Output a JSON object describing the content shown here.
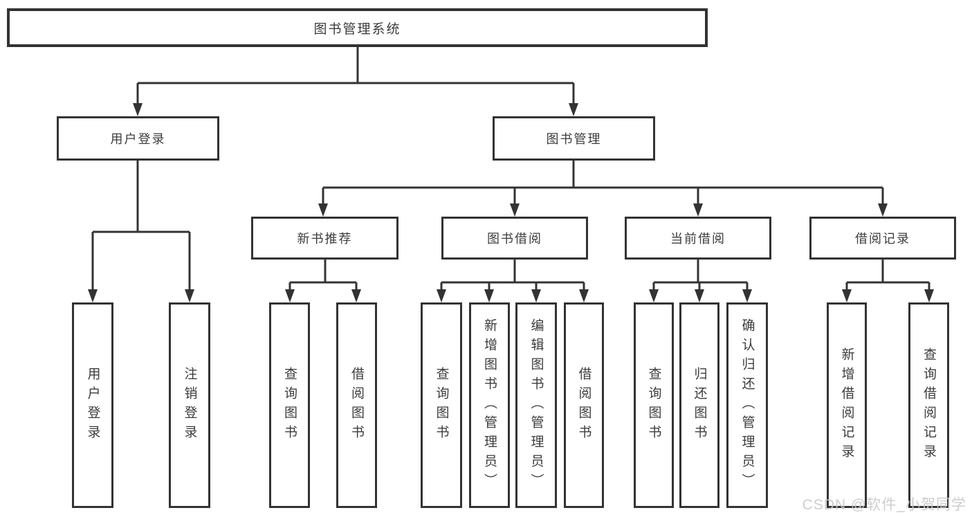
{
  "tree": {
    "label": "图书管理系统",
    "children": [
      {
        "label": "用户登录",
        "children": [
          {
            "label": "用户登录"
          },
          {
            "label": "注销登录"
          }
        ]
      },
      {
        "label": "图书管理",
        "children": [
          {
            "label": "新书推荐",
            "children": [
              {
                "label": "查询图书"
              },
              {
                "label": "借阅图书"
              }
            ]
          },
          {
            "label": "图书借阅",
            "children": [
              {
                "label": "查询图书"
              },
              {
                "label": "新增图书（管理员）"
              },
              {
                "label": "编辑图书（管理员）"
              },
              {
                "label": "借阅图书"
              }
            ]
          },
          {
            "label": "当前借阅",
            "children": [
              {
                "label": "查询图书"
              },
              {
                "label": "归还图书"
              },
              {
                "label": "确认归还（管理员）"
              }
            ]
          },
          {
            "label": "借阅记录",
            "children": [
              {
                "label": "新增借阅记录"
              },
              {
                "label": "查询借阅记录"
              }
            ]
          }
        ]
      }
    ]
  },
  "watermark": "CSDN @软件_小贺同学",
  "colors": {
    "line": "#333333",
    "text": "#3c3c3c",
    "box_background": "#ffffff",
    "watermark": "#c9c9c9"
  }
}
